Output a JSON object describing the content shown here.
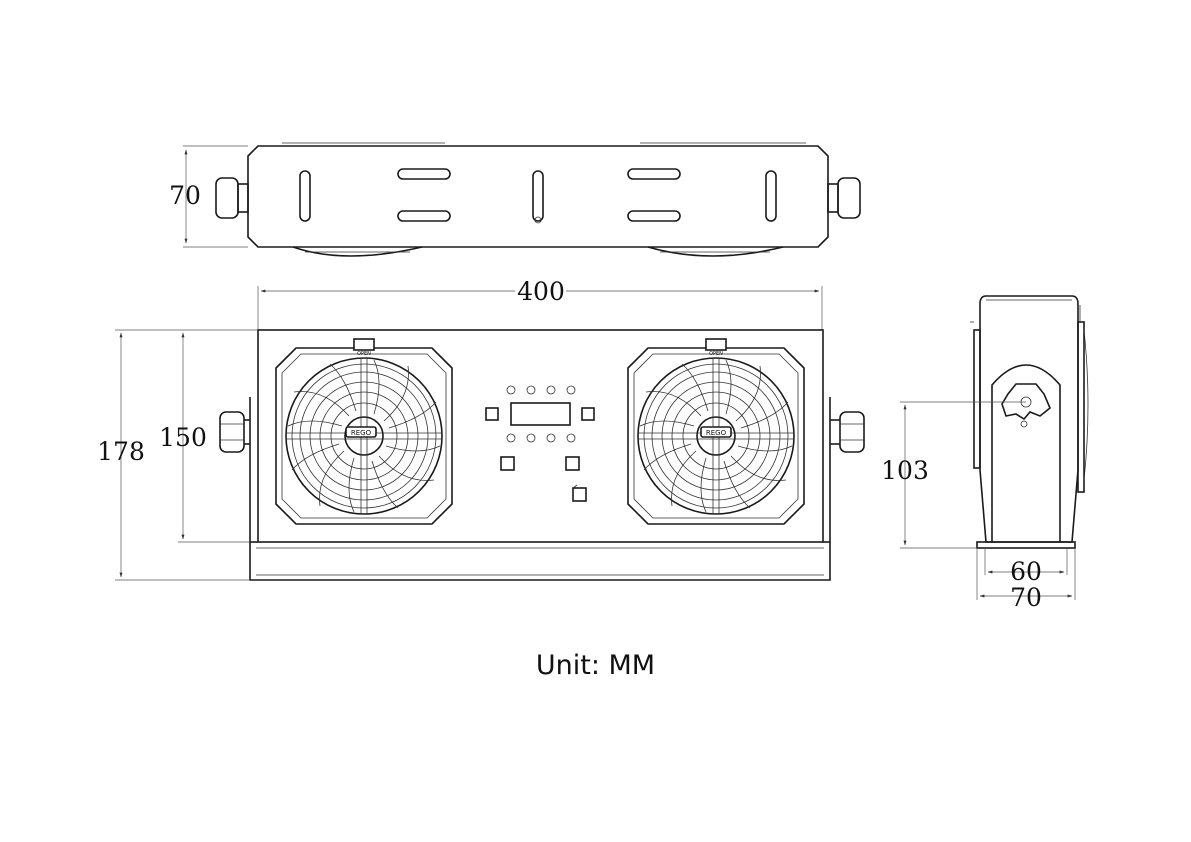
{
  "dimensions": {
    "top_height": "70",
    "width": "400",
    "front_total_height": "178",
    "front_body_height": "150",
    "side_mount_height": "103",
    "side_base_inner": "60",
    "side_base_outer": "70"
  },
  "fan_label": "REGO",
  "fan_top_label": "OPEN",
  "unit_label": "Unit: MM"
}
